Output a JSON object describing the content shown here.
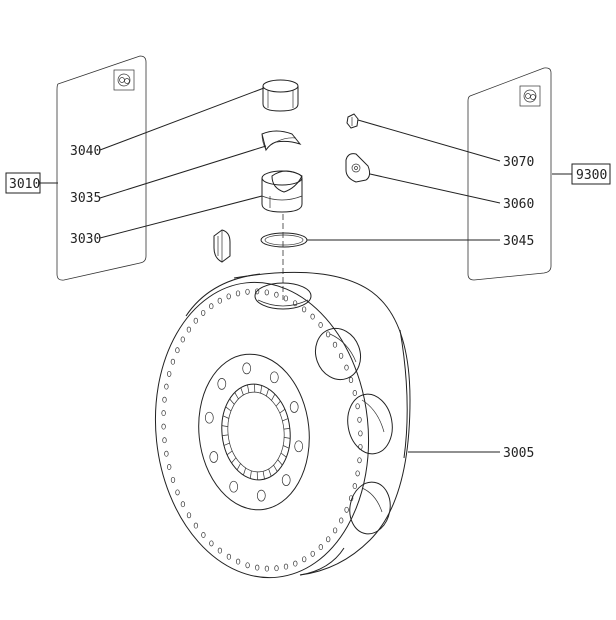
{
  "parts": {
    "p3040": "3040",
    "p3035": "3035",
    "p3030": "3030",
    "p3070": "3070",
    "p3060": "3060",
    "p3045": "3045",
    "p3005": "3005"
  },
  "kits": {
    "left": "3010",
    "right": "9300"
  }
}
